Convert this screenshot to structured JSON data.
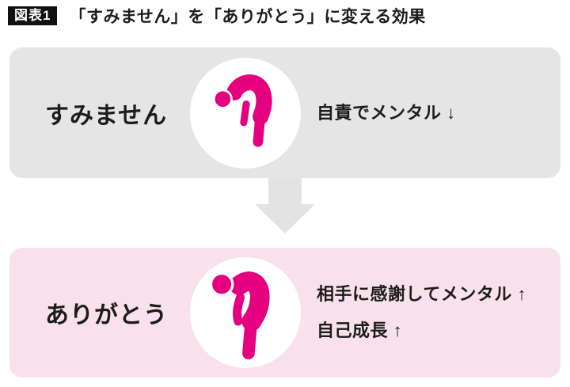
{
  "header": {
    "tag": "図表1",
    "title": "「すみません」を「ありがとう」に変える効果"
  },
  "rows": [
    {
      "label": "すみません",
      "icon": "deep-bow-person-icon",
      "desc": "自責でメンタル ↓"
    },
    {
      "label": "ありがとう",
      "icon": "slight-bow-person-icon",
      "desc_line1": "相手に感謝してメンタル ↑",
      "desc_line2": "自己成長 ↑"
    }
  ],
  "colors": {
    "accent_magenta": "#e4007f",
    "row1_bg": "#e5e5e5",
    "row2_bg": "#f9e1ec",
    "arrow_color": "#e3e3e3",
    "tag_bg": "#111111",
    "text_color": "#1c1c1c"
  }
}
